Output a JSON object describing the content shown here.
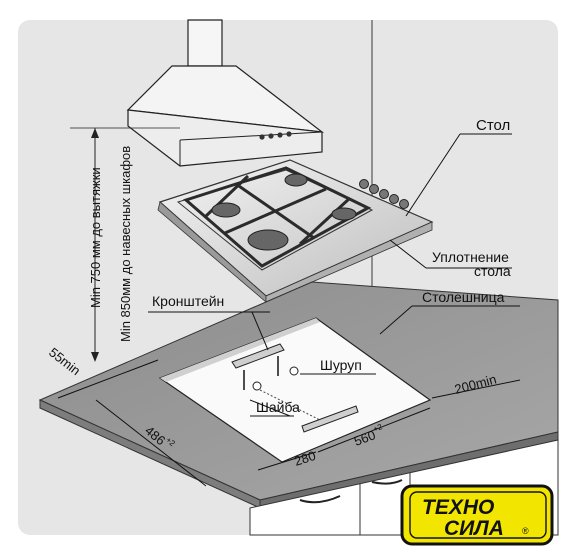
{
  "labels": {
    "table": "Стол",
    "seal_line1": "Уплотнение",
    "seal_line2": "стола",
    "countertop": "Столешница",
    "bracket": "Кронштейн",
    "screw": "Шуруп",
    "washer": "Шайба",
    "hood_min_1": "Min 750 мм до вытяжки",
    "hood_min_2": "Min 850мм до навесных шкафов"
  },
  "dimensions": {
    "d55": "55min",
    "d200": "200min",
    "d280": "280",
    "d486": "486",
    "d486_tol": "+2",
    "d560": "560",
    "d560_tol": "+2"
  },
  "logo": {
    "line1": "ТЕХНО",
    "line2": "СИЛА",
    "mark": "®"
  },
  "colors": {
    "wall_bg": "#e6e6e6",
    "countertop": "#9a9a9a",
    "logo_yellow": "#f2e600",
    "logo_black": "#111111"
  }
}
